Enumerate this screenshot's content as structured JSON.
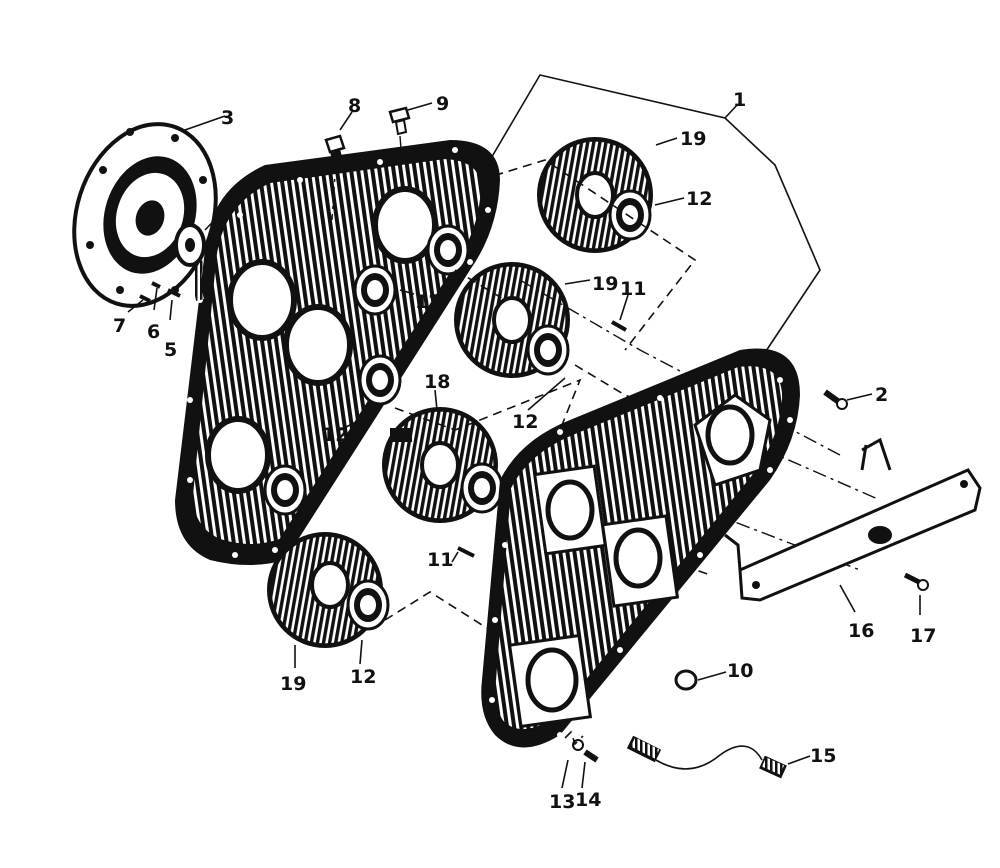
{
  "diagram": {
    "callouts": [
      {
        "id": "c1",
        "text": "1"
      },
      {
        "id": "c2",
        "text": "2"
      },
      {
        "id": "c3",
        "text": "3"
      },
      {
        "id": "c4",
        "text": "4"
      },
      {
        "id": "c5",
        "text": "5"
      },
      {
        "id": "c6",
        "text": "6"
      },
      {
        "id": "c7",
        "text": "7"
      },
      {
        "id": "c8",
        "text": "8"
      },
      {
        "id": "c9",
        "text": "9"
      },
      {
        "id": "c10",
        "text": "10"
      },
      {
        "id": "c11a",
        "text": "11"
      },
      {
        "id": "c11b",
        "text": "11"
      },
      {
        "id": "c12a",
        "text": "12"
      },
      {
        "id": "c12b",
        "text": "12"
      },
      {
        "id": "c12c",
        "text": "12"
      },
      {
        "id": "c12d",
        "text": "12"
      },
      {
        "id": "c12e",
        "text": "12"
      },
      {
        "id": "c13",
        "text": "13"
      },
      {
        "id": "c14",
        "text": "14"
      },
      {
        "id": "c15",
        "text": "15"
      },
      {
        "id": "c16",
        "text": "16"
      },
      {
        "id": "c17",
        "text": "17"
      },
      {
        "id": "c18",
        "text": "18"
      },
      {
        "id": "c19a",
        "text": "19"
      },
      {
        "id": "c19b",
        "text": "19"
      },
      {
        "id": "c19c",
        "text": "19"
      }
    ]
  }
}
